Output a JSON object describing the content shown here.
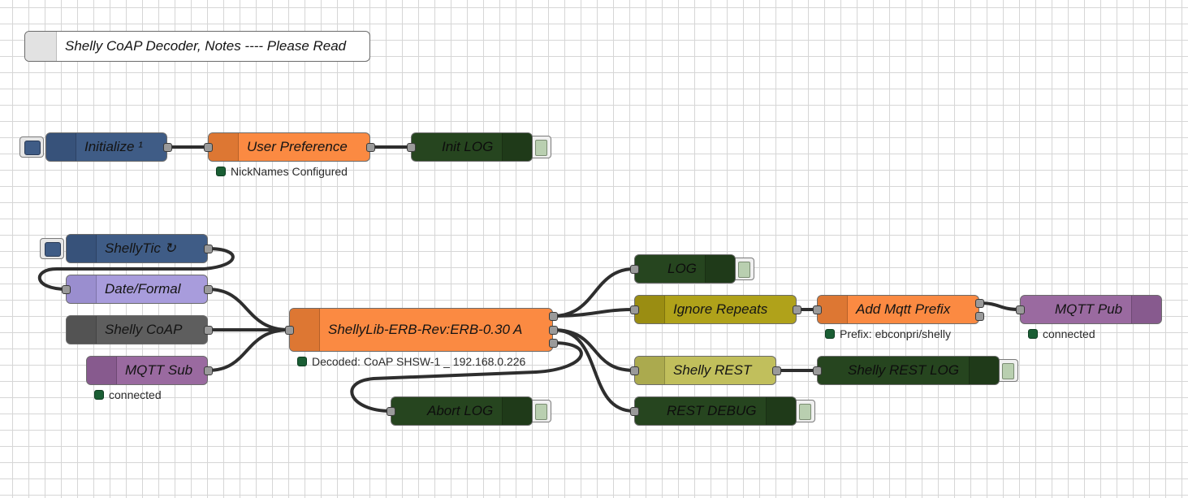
{
  "comment": {
    "label": "Shelly CoAP Decoder, Notes ---- Please Read"
  },
  "nodes": {
    "initialize": {
      "label": "Initialize ¹"
    },
    "user_preference": {
      "label": "User Preference",
      "status": "NickNames Configured"
    },
    "init_log": {
      "label": "Init LOG"
    },
    "shelly_tic": {
      "label": "ShellyTic ↻"
    },
    "date_formal": {
      "label": "Date/Formal"
    },
    "shelly_coap": {
      "label": "Shelly CoAP"
    },
    "mqtt_sub": {
      "label": "MQTT Sub",
      "status": "connected"
    },
    "shellylib": {
      "label": "ShellyLib-ERB-Rev:ERB-0.30 A",
      "status": "Decoded: CoAP SHSW-1 _ 192.168.0.226"
    },
    "abort_log": {
      "label": "Abort LOG"
    },
    "log": {
      "label": "LOG"
    },
    "ignore_repeats": {
      "label": "Ignore Repeats"
    },
    "add_mqtt_prefix": {
      "label": "Add Mqtt Prefix",
      "status": "Prefix: ebconpri/shelly"
    },
    "mqtt_pub": {
      "label": "MQTT Pub",
      "status": "connected"
    },
    "shelly_rest": {
      "label": "Shelly REST"
    },
    "shelly_rest_log": {
      "label": "Shelly REST LOG"
    },
    "rest_debug": {
      "label": "REST DEBUG"
    }
  },
  "colors": {
    "inject": "#3f5c86",
    "function": "#fb8a42",
    "debug": "#26451f",
    "date": "#a89cdc",
    "coap": "#5e5e5e",
    "mqtt": "#9a6aa0",
    "filter": "#b0a21a",
    "http": "#c1bf5c",
    "status_dot": "#1a5e34",
    "wire": "#2e2e2e"
  }
}
